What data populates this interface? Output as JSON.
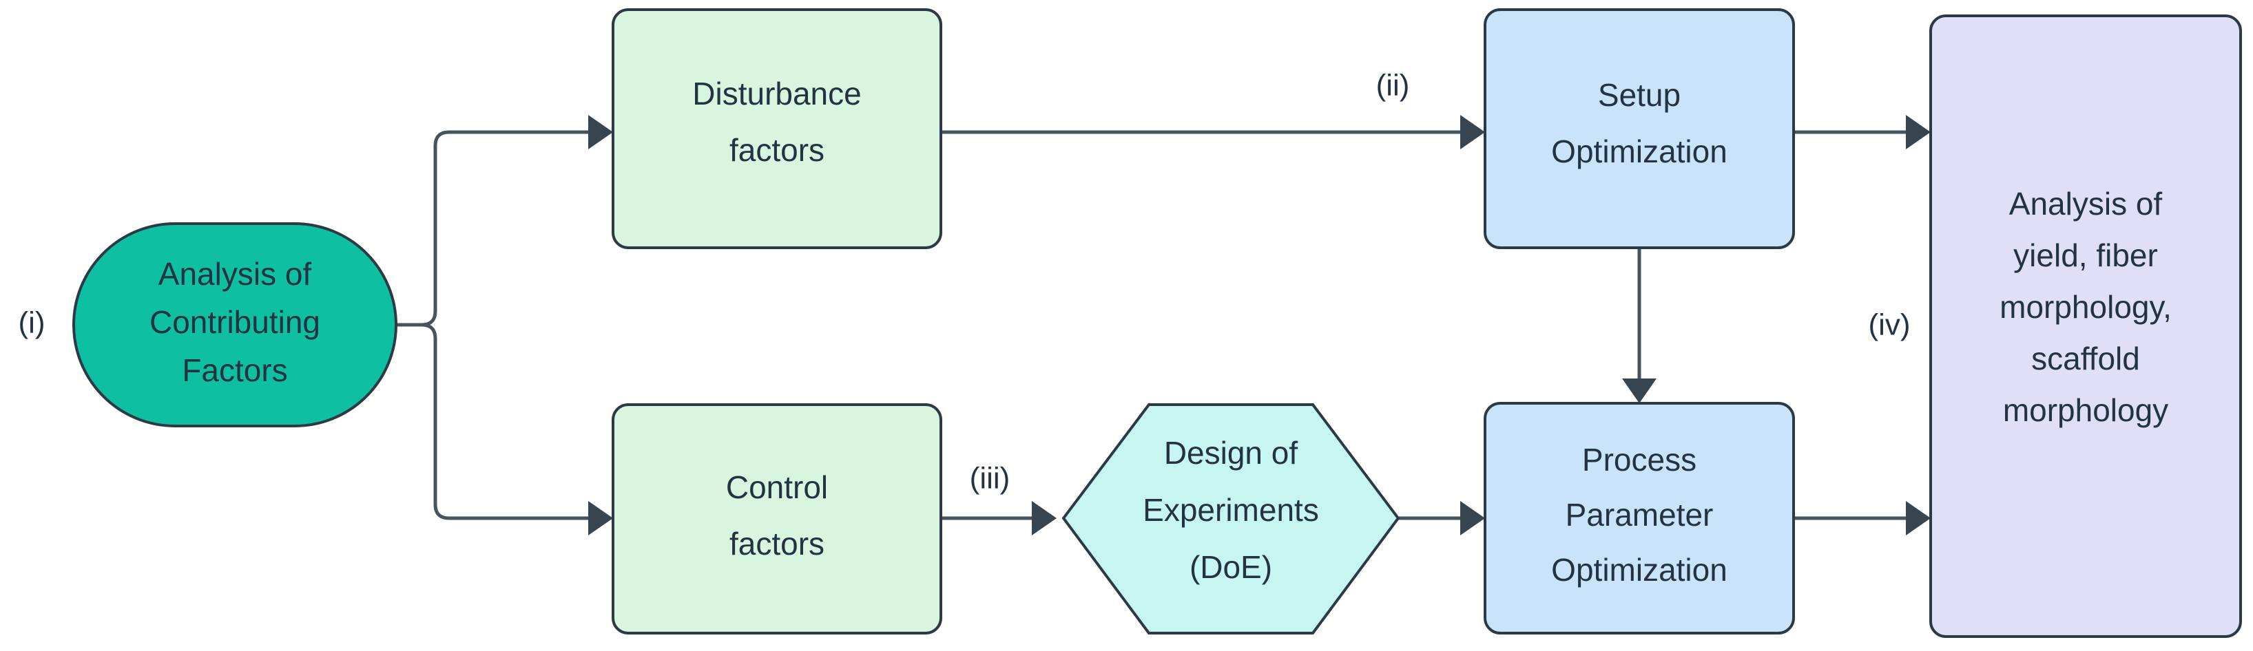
{
  "diagram": {
    "title": "Experimental optimization workflow flowchart",
    "background": "#ffffff",
    "stroke_color": "#2b3a45",
    "edge_color": "#47545e",
    "text_color": "#233342"
  },
  "nodes": {
    "contributing_factors": {
      "label_line1": "Analysis of",
      "label_line2": "Contributing",
      "label_line3": "Factors",
      "shape": "stadium",
      "fill": "#0FBFA1"
    },
    "disturbance_factors": {
      "label_line1": "Disturbance",
      "label_line2": "factors",
      "shape": "rounded-rect",
      "fill": "#D7F5DF"
    },
    "control_factors": {
      "label_line1": "Control",
      "label_line2": "factors",
      "shape": "rounded-rect",
      "fill": "#D7F5DF"
    },
    "design_of_experiments": {
      "label_line1": "Design of",
      "label_line2": "Experiments",
      "label_line3": "(DoE)",
      "shape": "hexagon",
      "fill": "#C7F6F2"
    },
    "setup_optimization": {
      "label_line1": "Setup",
      "label_line2": "Optimization",
      "shape": "rounded-rect",
      "fill": "#C9E4FA"
    },
    "process_parameter_optimization": {
      "label_line1": "Process",
      "label_line2": "Parameter",
      "label_line3": "Optimization",
      "shape": "rounded-rect",
      "fill": "#C9E4FA"
    },
    "analysis_results": {
      "label_line1": "Analysis of",
      "label_line2": "yield, fiber",
      "label_line3": "morphology,",
      "label_line4": "scaffold",
      "label_line5": "morphology",
      "shape": "rounded-rect",
      "fill": "#DFDFF7"
    }
  },
  "edge_labels": {
    "step_i": "(i)",
    "step_ii": "(ii)",
    "step_iii": "(iii)",
    "step_iv": "(iv)"
  }
}
